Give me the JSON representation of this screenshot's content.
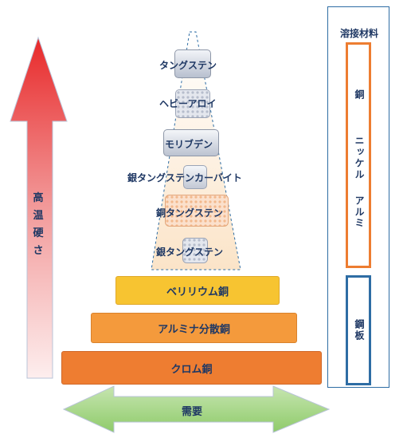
{
  "hardness_axis": {
    "label_chars": [
      "高",
      "温",
      "硬",
      "さ"
    ]
  },
  "pyramid": {
    "levels": [
      {
        "label": "タングステン"
      },
      {
        "label": "ヘビーアロイ"
      },
      {
        "label": "モリブデン"
      },
      {
        "label": "銀タングステンカーバイト"
      },
      {
        "label": "銅タングステン"
      },
      {
        "label": "銀タングステン"
      }
    ],
    "tiers": [
      {
        "label": "ベリリウム銅",
        "color": "#f7c431"
      },
      {
        "label": "アルミナ分散銅",
        "color": "#f49a3c"
      },
      {
        "label": "クロム銅",
        "color": "#ee7d31"
      }
    ]
  },
  "demand": {
    "label": "需要"
  },
  "weld_panel": {
    "title": "溶接材料",
    "group_upper": {
      "text_top": "銅",
      "text_middle": "ニッケル",
      "text_bottom": "アルミ",
      "border_color": "#ed7d31"
    },
    "group_lower": {
      "text": "鋼板",
      "border_color": "#2e6da4"
    }
  },
  "colors": {
    "text": "#1f3864",
    "arrow_top": "#e8292a",
    "demand_green": "#8fcb6a"
  }
}
